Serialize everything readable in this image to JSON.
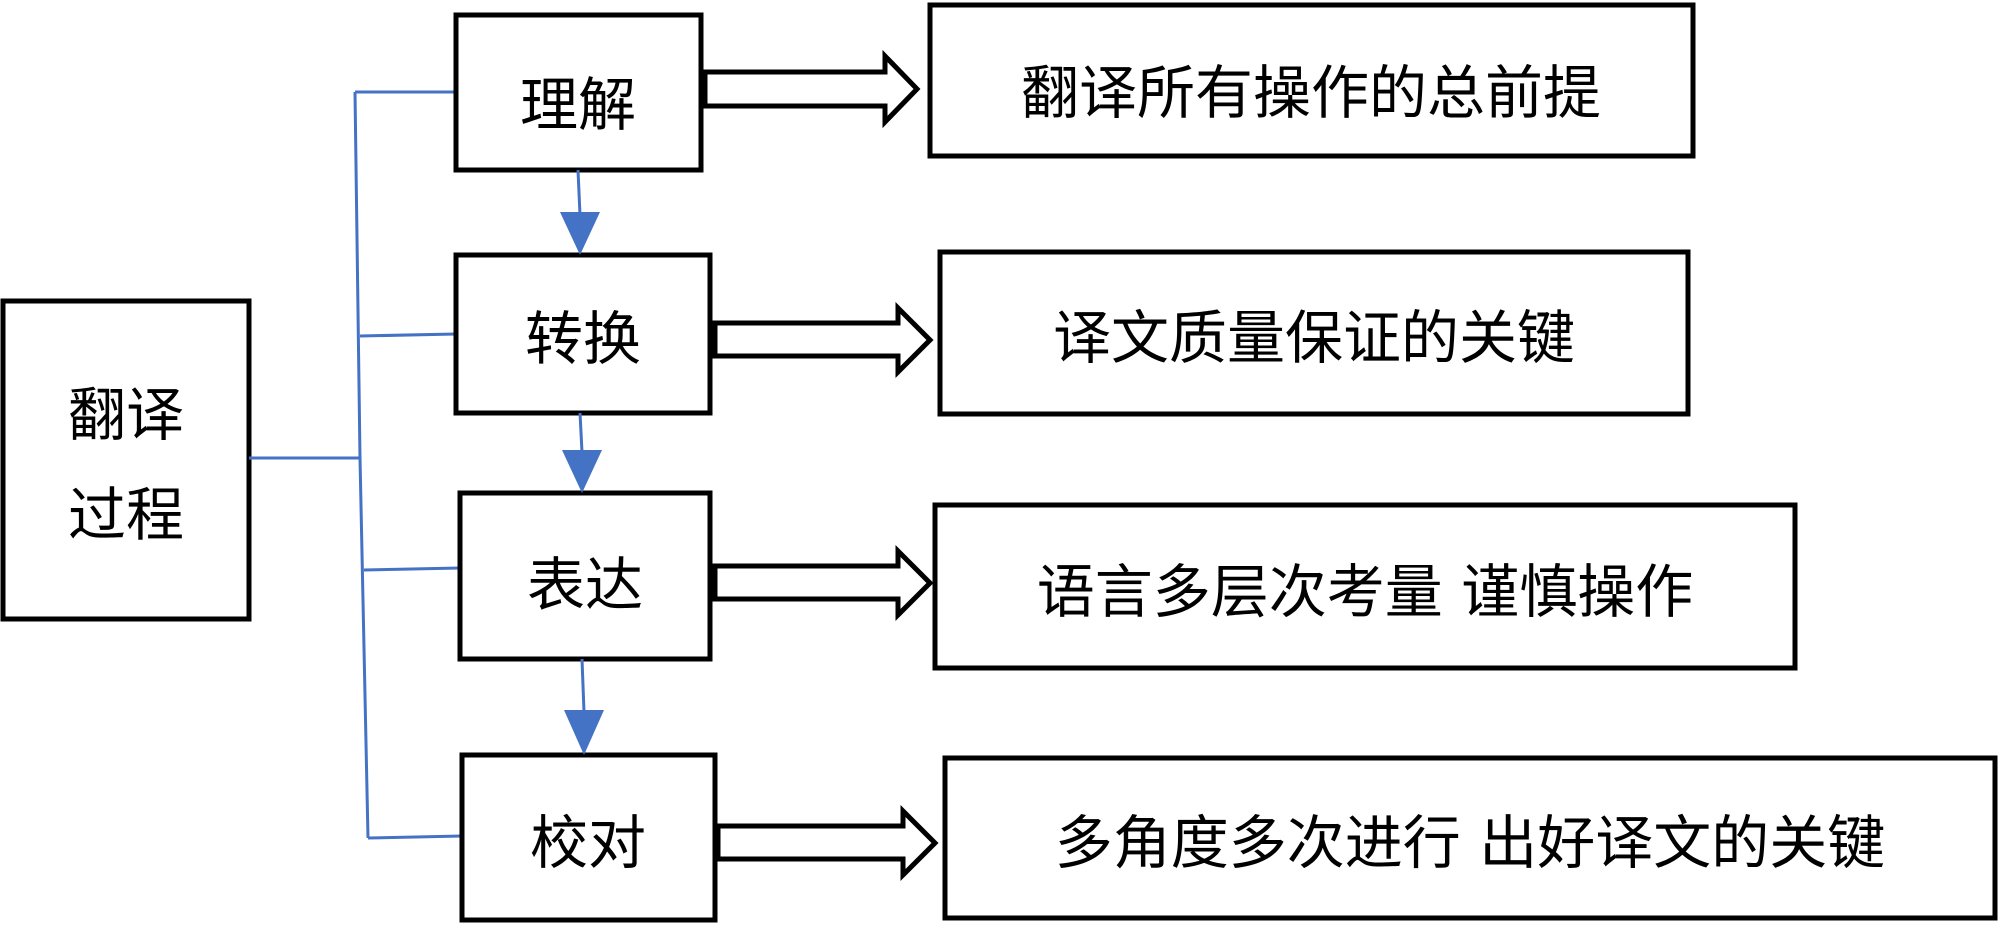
{
  "root": {
    "line1": "翻译",
    "line2": "过程"
  },
  "steps": [
    {
      "label": "理解",
      "description": "翻译所有操作的总前提"
    },
    {
      "label": "转换",
      "description": "译文质量保证的关键"
    },
    {
      "label": "表达",
      "description": "语言多层次考量  谨慎操作"
    },
    {
      "label": "校对",
      "description": "多角度多次进行  出好译文的关键"
    }
  ],
  "colors": {
    "connector": "#4472C4",
    "box_border": "#000000",
    "text": "#000000"
  }
}
